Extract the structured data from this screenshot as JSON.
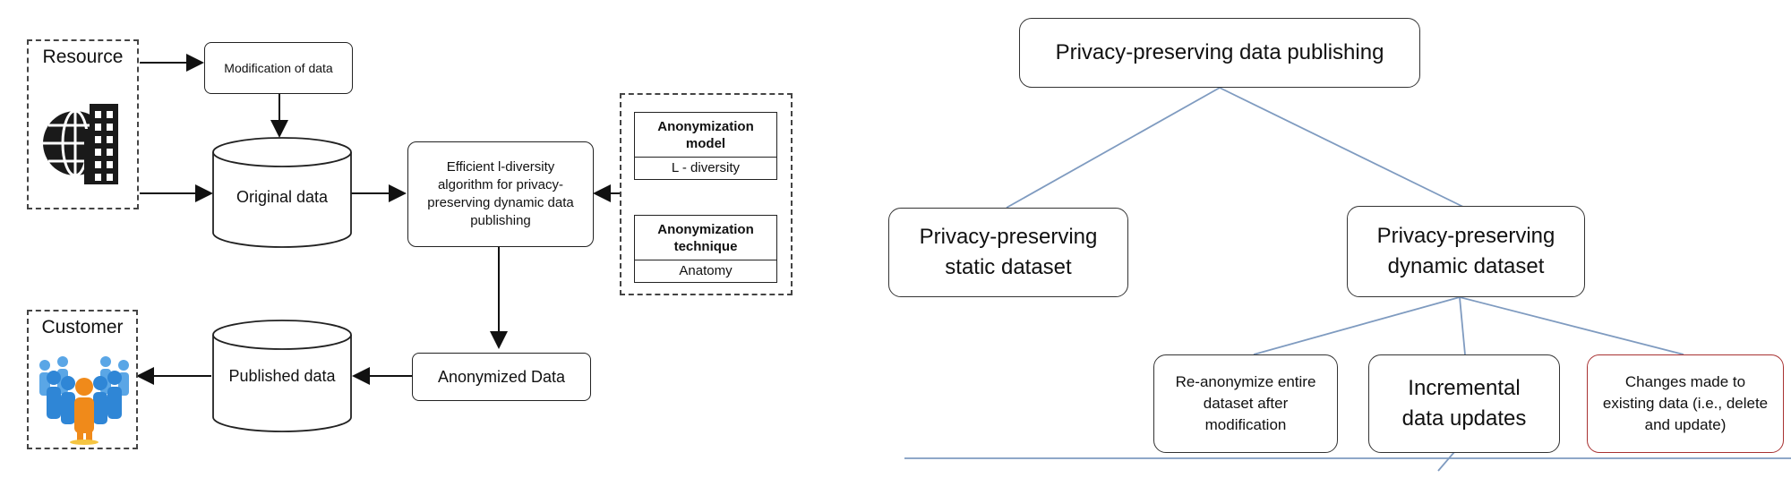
{
  "left": {
    "resource_label": "Resource",
    "customer_label": "Customer",
    "modification_box": "Modification of data",
    "original_data": "Original data",
    "algorithm_box": "Efficient l-diversity algorithm for privacy-preserving dynamic data publishing",
    "anonymized_data": "Anonymized Data",
    "published_data": "Published data",
    "model_table": {
      "header": "Anonymization model",
      "value": "L - diversity"
    },
    "technique_table": {
      "header": "Anonymization technique",
      "value": "Anatomy"
    }
  },
  "right": {
    "root": "Privacy-preserving data publishing",
    "static": "Privacy-preserving static dataset",
    "dynamic": "Privacy-preserving dynamic dataset",
    "reanonymize": "Re-anonymize entire dataset after modification",
    "incremental": "Incremental data updates",
    "changes": "Changes made to existing data (i.e., delete and update)"
  },
  "colors": {
    "tree_line": "#7f9bc0",
    "changes_border": "#a83232"
  }
}
